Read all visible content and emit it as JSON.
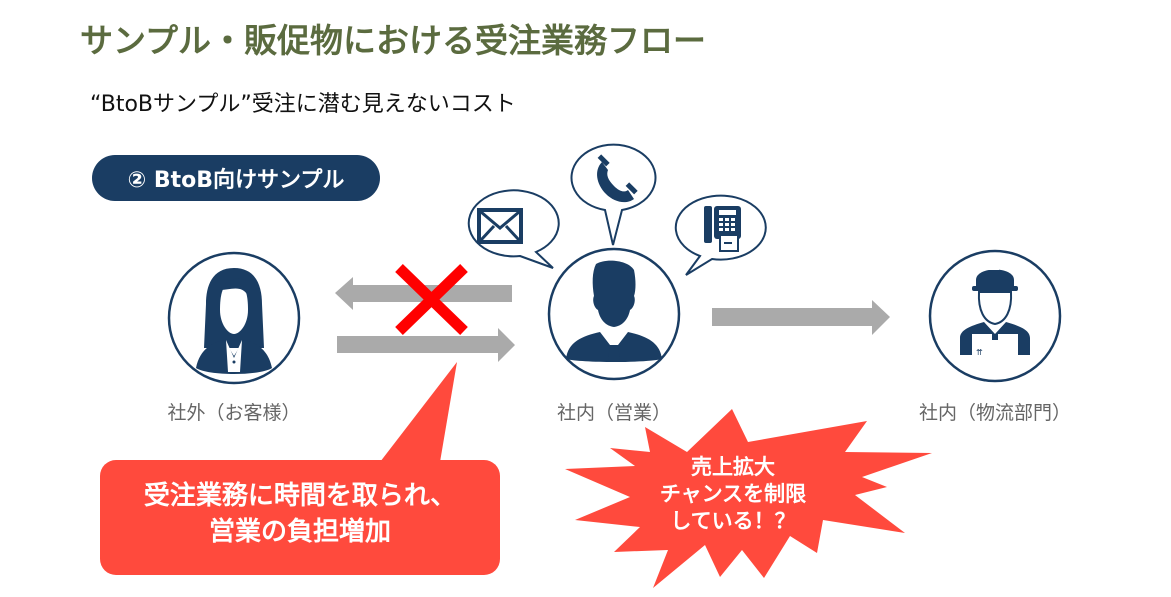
{
  "header": {
    "title": "サンプル・販促物における受注業務フロー",
    "subtitle": "“BtoBサンプル”受注に潜む見えないコスト"
  },
  "badge": {
    "label": "② BtoB向けサンプル"
  },
  "actors": [
    {
      "id": "customer",
      "label": "社外（お客様）",
      "icon": "businesswoman-icon"
    },
    {
      "id": "sales",
      "label": "社内（営業）",
      "icon": "businessman-icon"
    },
    {
      "id": "logistics",
      "label": "社内（物流部門）",
      "icon": "delivery-worker-icon"
    }
  ],
  "channels": [
    {
      "name": "email",
      "icon": "envelope-icon"
    },
    {
      "name": "phone",
      "icon": "phone-icon"
    },
    {
      "name": "fax",
      "icon": "fax-icon"
    }
  ],
  "flows": [
    {
      "from": "sales",
      "to": "customer",
      "blocked": true,
      "mark": "cross-icon"
    },
    {
      "from": "customer",
      "to": "sales",
      "blocked": false
    },
    {
      "from": "sales",
      "to": "logistics",
      "blocked": false
    }
  ],
  "callouts": {
    "burden": {
      "lines": [
        "受注業務に時間を取られ、",
        "営業の負担増加"
      ]
    },
    "opportunity": {
      "lines": [
        "売上拡大",
        "チャンスを制限",
        "している！？"
      ]
    }
  },
  "colors": {
    "title": "#5b6b3f",
    "navy": "#1a3d63",
    "arrow_gray": "#aaaaaa",
    "cross_red": "#ff0000",
    "callout_red": "#ff4a3d",
    "label_gray": "#666666"
  }
}
